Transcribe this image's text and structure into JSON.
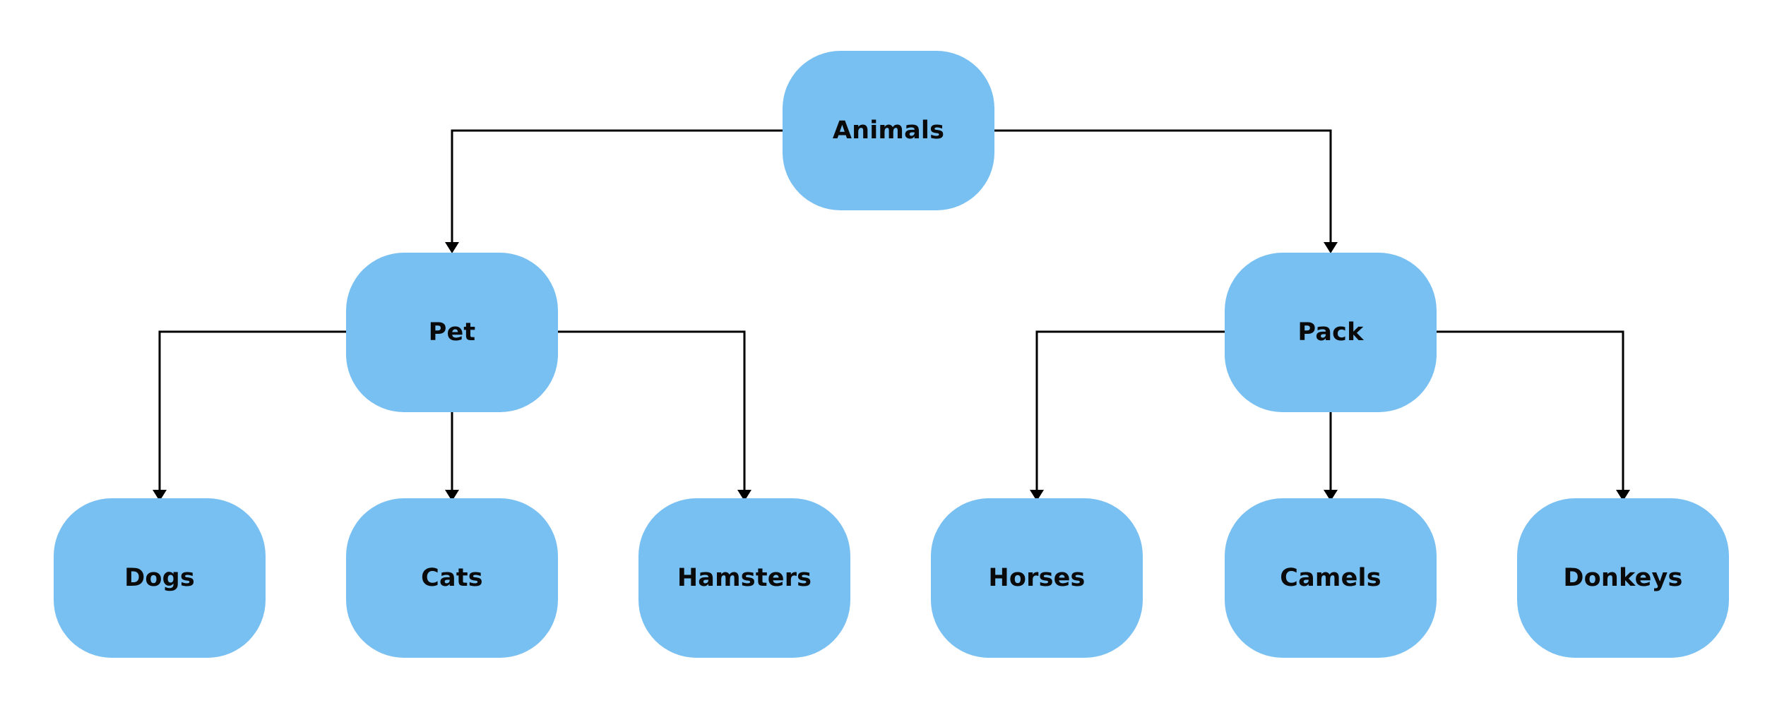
{
  "diagram": {
    "colors": {
      "node_fill": "#78BFF2",
      "connector": "#000000",
      "label": "#0a0a0a"
    },
    "nodes": {
      "animals": "Animals",
      "pet": "Pet",
      "pack": "Pack",
      "dogs": "Dogs",
      "cats": "Cats",
      "hamsters": "Hamsters",
      "horses": "Horses",
      "camels": "Camels",
      "donkeys": "Donkeys"
    },
    "edges": [
      {
        "from": "animals",
        "to": "pet"
      },
      {
        "from": "animals",
        "to": "pack"
      },
      {
        "from": "pet",
        "to": "dogs"
      },
      {
        "from": "pet",
        "to": "cats"
      },
      {
        "from": "pet",
        "to": "hamsters"
      },
      {
        "from": "pack",
        "to": "horses"
      },
      {
        "from": "pack",
        "to": "camels"
      },
      {
        "from": "pack",
        "to": "donkeys"
      }
    ]
  }
}
